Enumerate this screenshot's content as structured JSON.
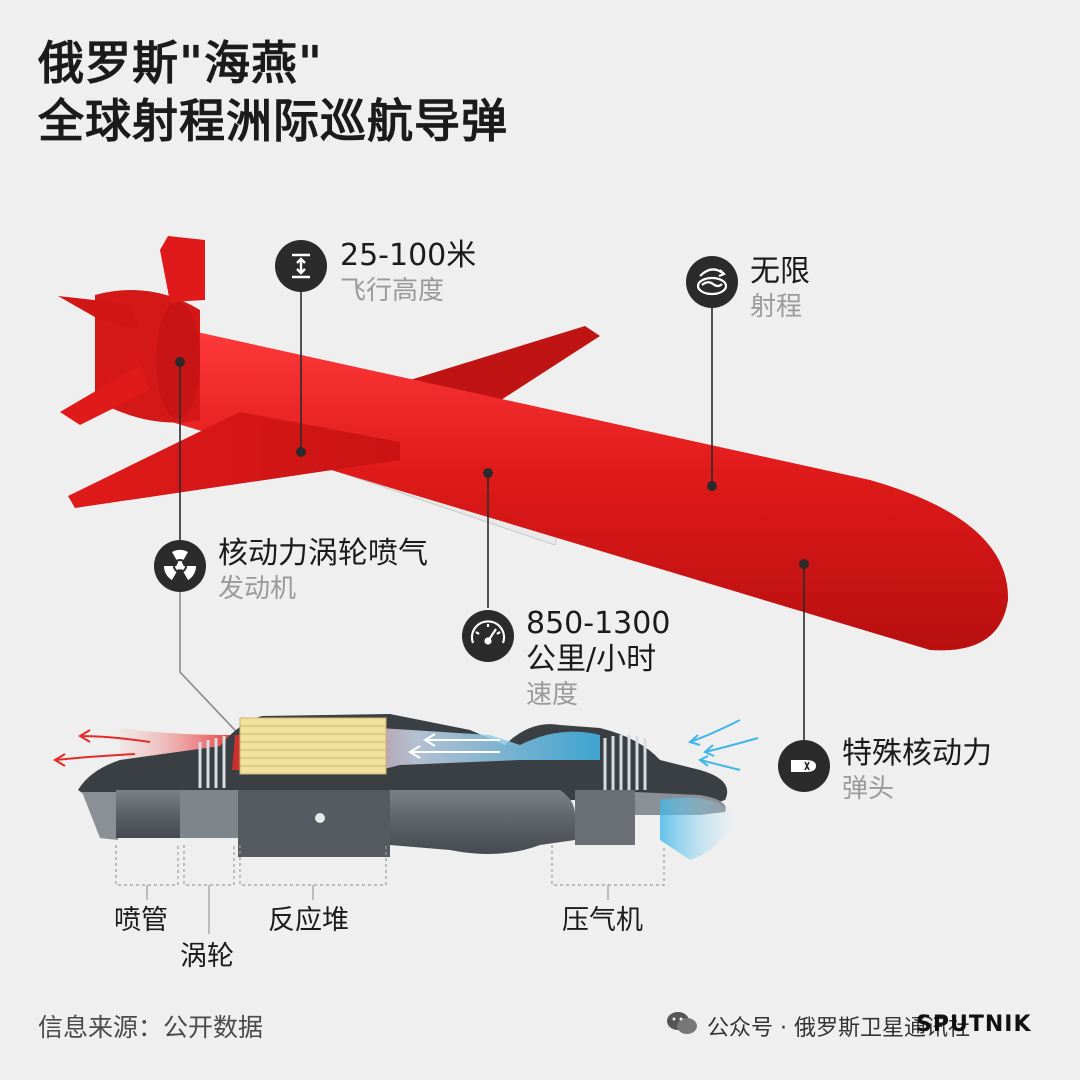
{
  "title": {
    "line1": "俄罗斯\"海燕\"",
    "line2": "全球射程洲际巡航导弹"
  },
  "specs": {
    "altitude": {
      "value": "25-100米",
      "caption": "飞行高度"
    },
    "range": {
      "value": "无限",
      "caption": "射程"
    },
    "engine": {
      "value": "核动力涡轮喷气",
      "caption": "发动机"
    },
    "speed": {
      "value_line1": "850-1300",
      "value_line2": "公里/小时",
      "caption": "速度"
    },
    "warhead": {
      "value": "特殊核动力",
      "caption": "弹头"
    }
  },
  "engine_parts": {
    "nozzle": "喷管",
    "turbine": "涡轮",
    "reactor": "反应堆",
    "compressor": "压气机"
  },
  "source": "信息来源：公开数据",
  "footer": {
    "account": "公众号 · 俄罗斯卫星通讯社",
    "brand": "SPUTNIK"
  },
  "colors": {
    "missile_red": "#e01a1a",
    "icon_dark": "#2b2b2b",
    "background": "#efefef",
    "intake_blue": "#3fb6e8",
    "exhaust_red": "#e52a2a"
  },
  "icons": [
    "altitude-icon",
    "globe-range-icon",
    "radiation-icon",
    "speedometer-icon",
    "warhead-icon",
    "wechat-icon"
  ]
}
